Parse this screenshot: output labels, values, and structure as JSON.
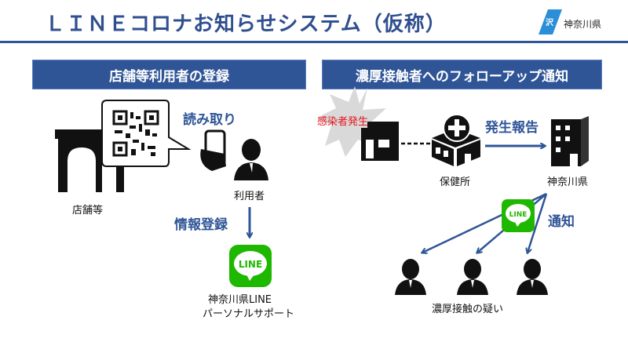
{
  "header": {
    "title": "ＬＩＮＥコロナお知らせシステム（仮称）",
    "prefecture": "神奈川県"
  },
  "sections": {
    "left_title": "店舗等利用者の登録",
    "right_title": "濃厚接触者へのフォローアップ通知"
  },
  "left": {
    "store_label": "店舗等",
    "scan_label": "読み取り",
    "user_label": "利用者",
    "register_label": "情報登録",
    "line_icon_text": "LINE",
    "service_line1": "神奈川県LINE",
    "service_line2": "パーソナルサポート"
  },
  "right": {
    "infection_label": "感染者発生",
    "health_center_label": "保健所",
    "report_label": "発生報告",
    "prefecture_label": "神奈川県",
    "line_icon_text": "LINE",
    "notify_label": "通知",
    "contacts_label": "濃厚接触の疑い"
  },
  "colors": {
    "brand_blue": "#2f5597",
    "line_green": "#1fb800",
    "alert_red": "#e8141c"
  }
}
